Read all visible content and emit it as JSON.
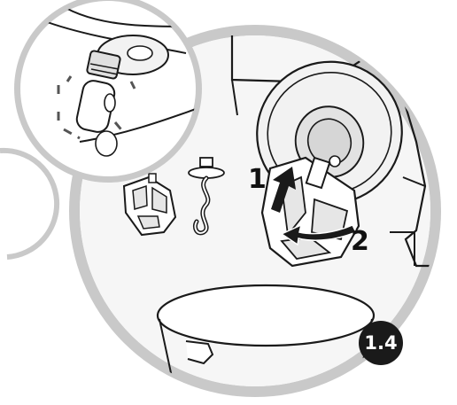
{
  "figure": {
    "step_badge": "1.4",
    "arrow_1_label": "1",
    "arrow_2_label": "2"
  },
  "colors": {
    "ring": "#c9c9c9",
    "ring_shadow": "#b7b7b7",
    "background_disc": "#ebebeb",
    "line": "#1a1a1a",
    "badge": "#1a1a1a",
    "badge_text": "#ffffff"
  },
  "icons": {
    "beater": "flat-beater-icon",
    "hook": "dough-hook-icon",
    "rotate_arrow": "rotate-arrow-icon",
    "push_arrow": "push-up-arrow-icon"
  }
}
